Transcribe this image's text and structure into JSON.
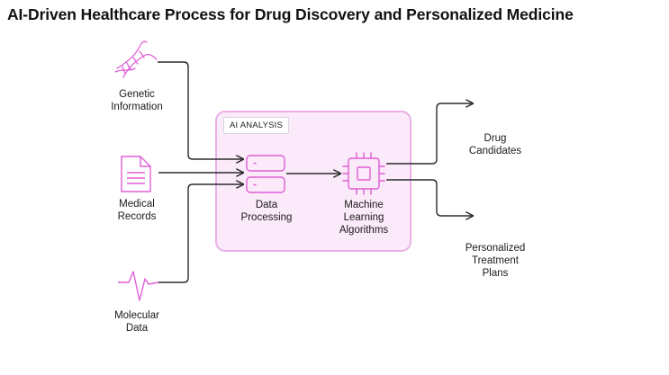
{
  "title": "AI-Driven Healthcare Process for Drug Discovery and Personalized Medicine",
  "colors": {
    "accent": "#e05fd6",
    "box_fill": "#fbeaf9",
    "box_stroke": "#eab0e6",
    "arrow": "#2b2b2b"
  },
  "inputs": {
    "genetic": {
      "label": "Genetic\nInformation",
      "icon": "dna-icon"
    },
    "medical": {
      "label": "Medical\nRecords",
      "icon": "document-icon"
    },
    "molecular": {
      "label": "Molecular\nData",
      "icon": "waveform-icon"
    }
  },
  "ai_box": {
    "label": "AI ANALYSIS",
    "data_processing": {
      "label": "Data\nProcessing",
      "icon": "database-icon"
    },
    "ml": {
      "label": "Machine\nLearning\nAlgorithms",
      "icon": "chip-icon"
    }
  },
  "outputs": {
    "drug": {
      "label": "Drug\nCandidates"
    },
    "treatment": {
      "label": "Personalized\nTreatment\nPlans"
    }
  }
}
